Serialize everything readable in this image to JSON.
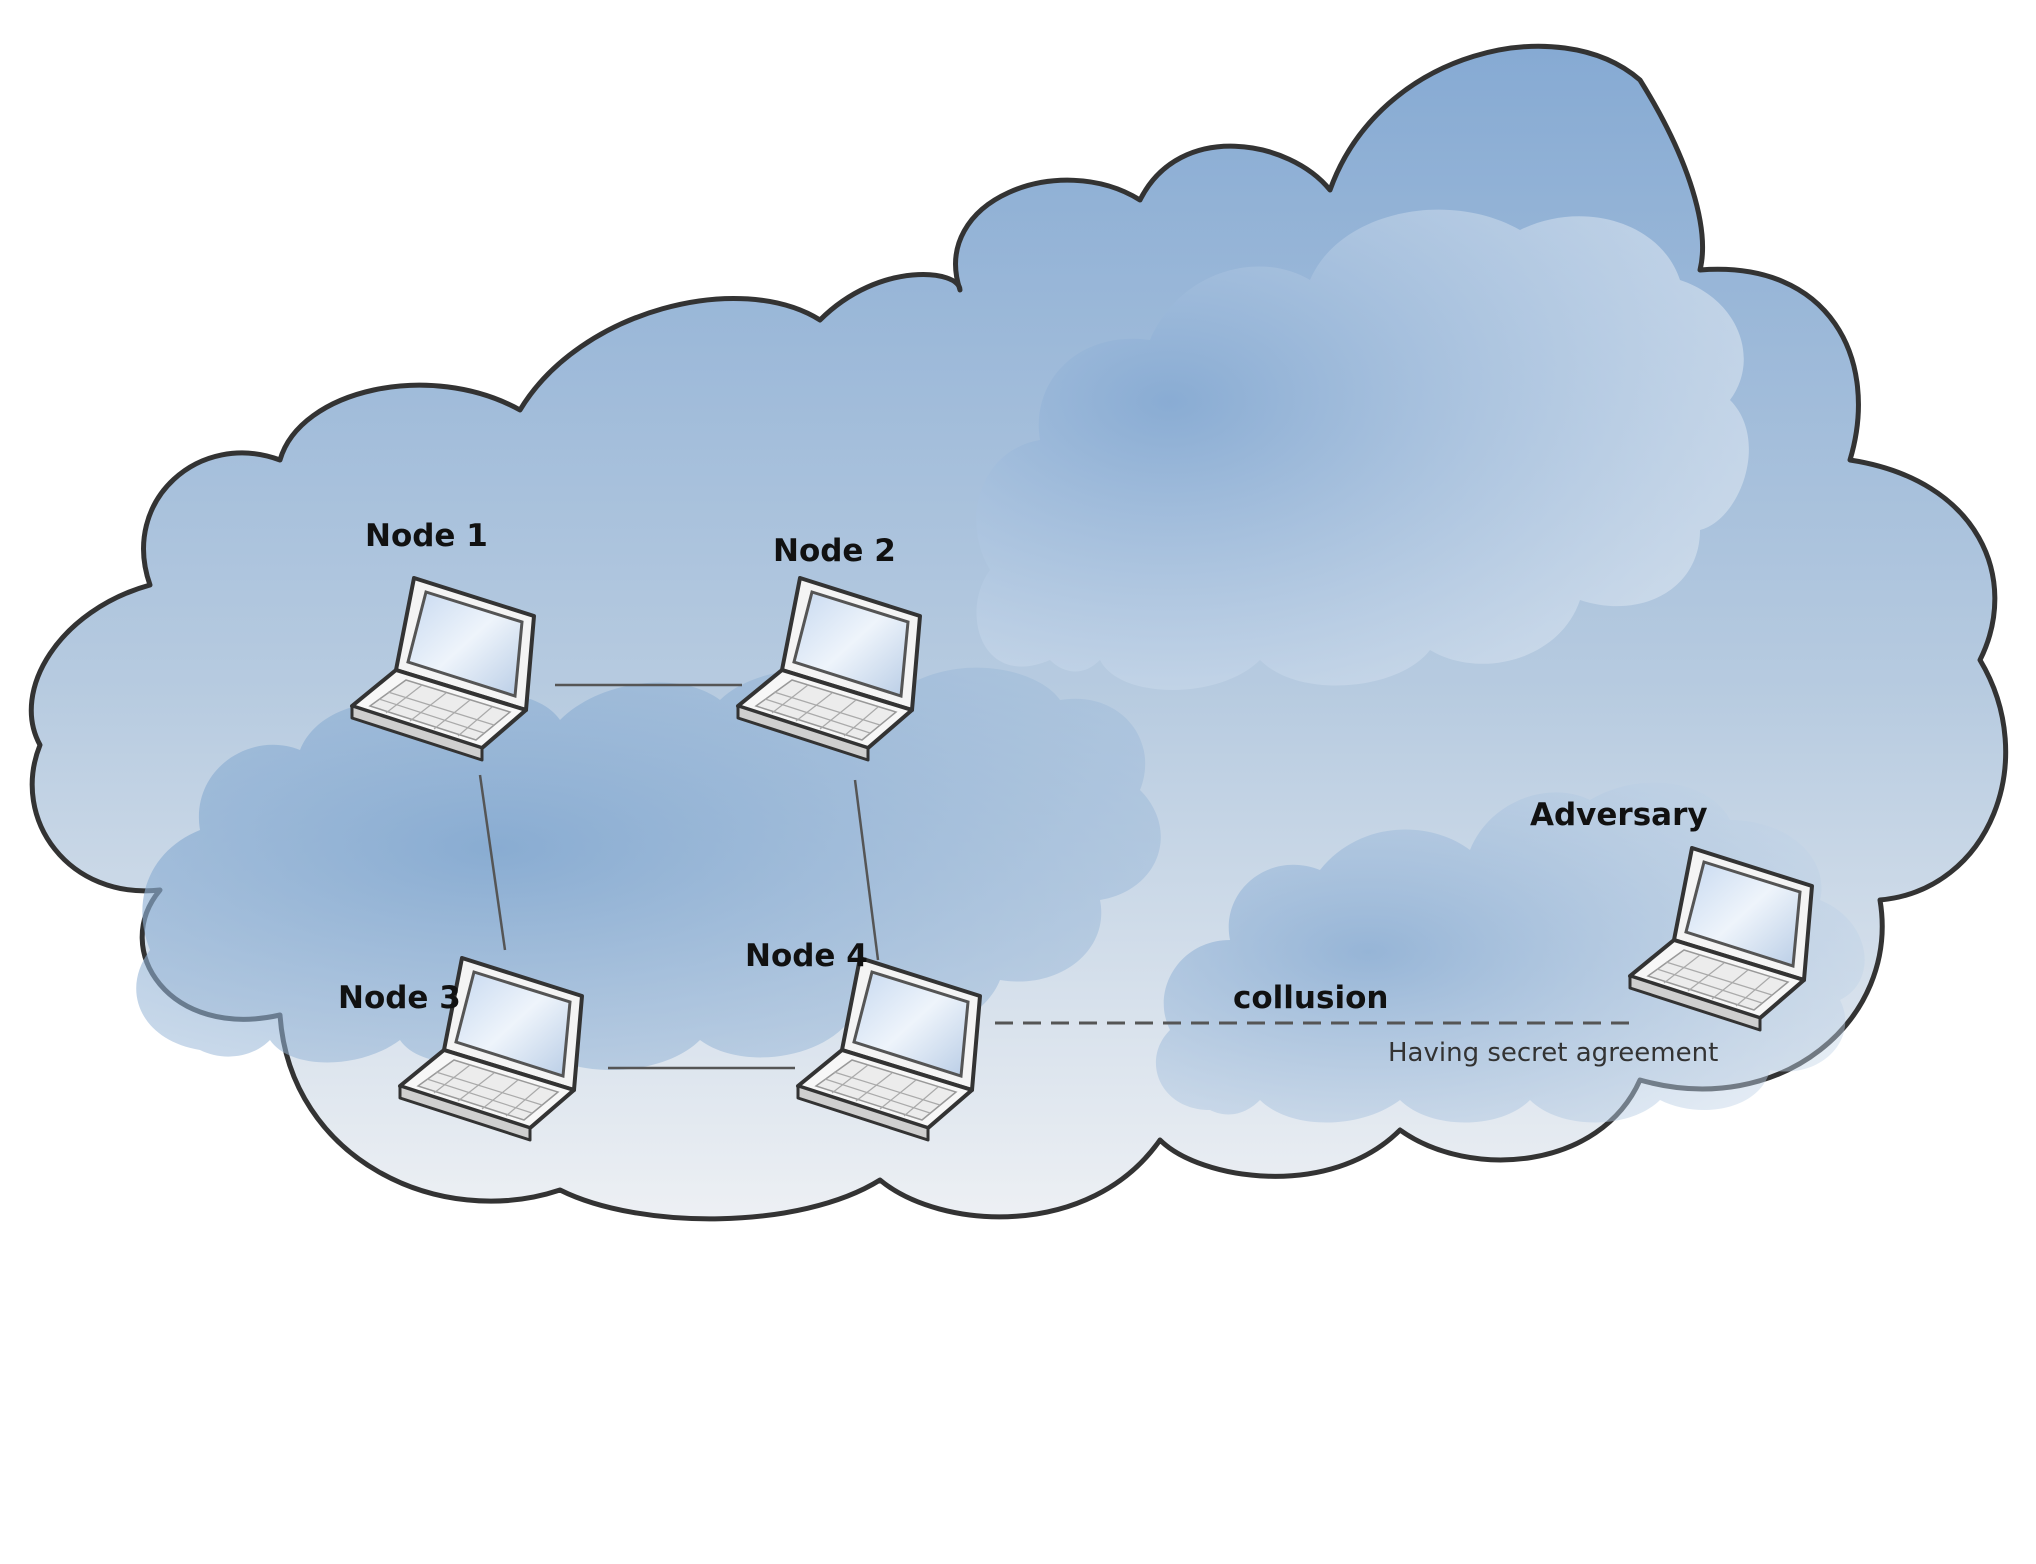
{
  "nodes": [
    {
      "label": "Node 1"
    },
    {
      "label": "Node 2"
    },
    {
      "label": "Node 3"
    },
    {
      "label": "Node 4"
    }
  ],
  "adversary": {
    "label": "Adversary"
  },
  "collusion": {
    "label": "collusion",
    "note": "Having secret agreement"
  },
  "colors": {
    "cloud_outline": "#333333",
    "cloud_fill_top": "#8fb0d6",
    "cloud_fill_bottom": "#e8edf3",
    "inner_cloud": "#7fa5cf",
    "link_line": "#555555",
    "screen": "#d9e6f7"
  },
  "icons": [
    "laptop-icon"
  ]
}
